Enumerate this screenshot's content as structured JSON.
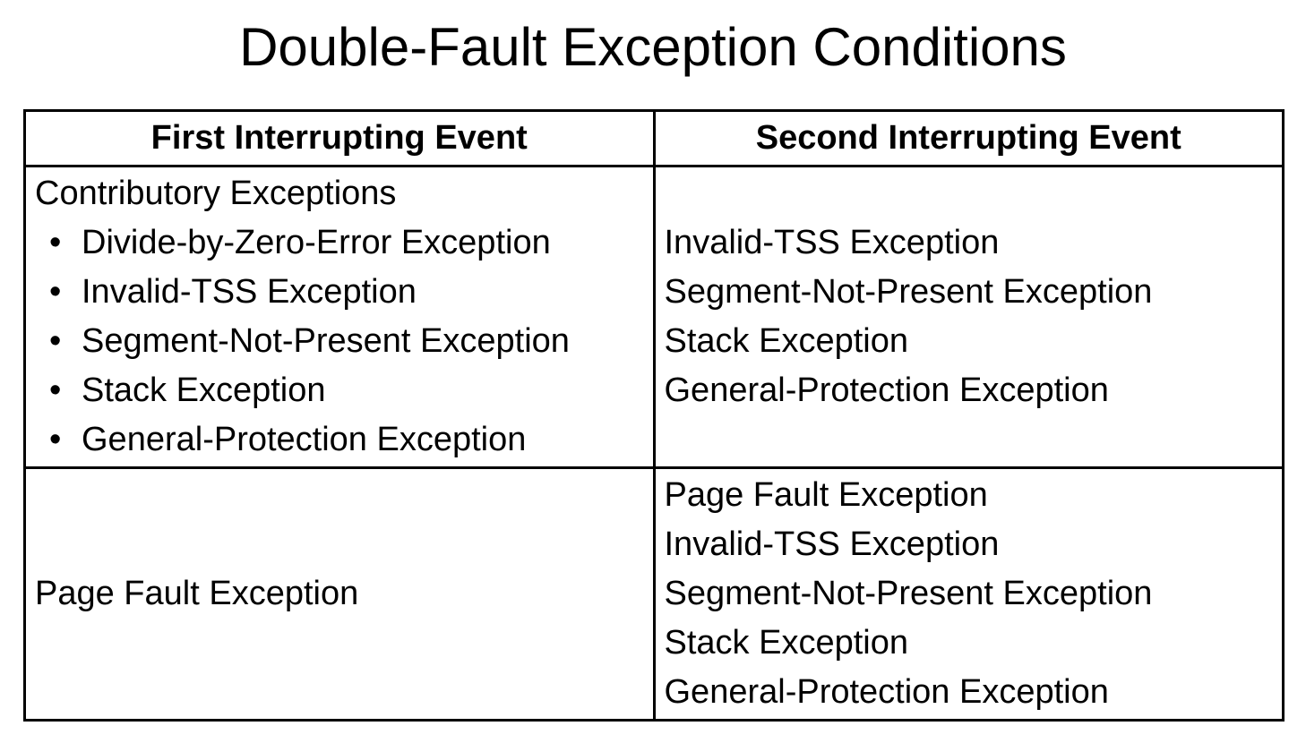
{
  "title": "Double-Fault Exception Conditions",
  "bullet_char": "•",
  "colors": {
    "background": "#ffffff",
    "text": "#000000",
    "border": "#000000"
  },
  "table": {
    "headers": [
      "First Interrupting Event",
      "Second Interrupting Event"
    ],
    "rows": [
      {
        "first": {
          "intro": "Contributory Exceptions",
          "bullets": [
            "Divide-by-Zero-Error Exception",
            "Invalid-TSS Exception",
            "Segment-Not-Present Exception",
            "Stack Exception",
            "General-Protection Exception"
          ]
        },
        "second": [
          "Invalid-TSS Exception",
          "Segment-Not-Present Exception",
          "Stack Exception",
          "General-Protection Exception"
        ]
      },
      {
        "first": {
          "intro": "Page Fault Exception",
          "bullets": []
        },
        "second": [
          "Page Fault Exception",
          "Invalid-TSS Exception",
          "Segment-Not-Present Exception",
          "Stack Exception",
          "General-Protection Exception"
        ]
      }
    ]
  }
}
